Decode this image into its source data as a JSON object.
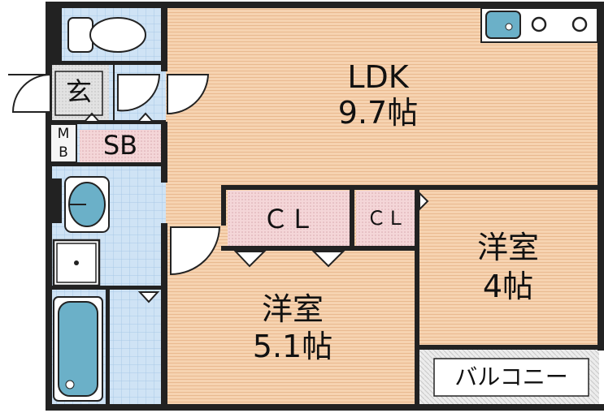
{
  "rooms": {
    "ldk": {
      "name": "LDK",
      "size": "9.7帖"
    },
    "bedroom_left": {
      "name": "洋室",
      "size": "5.1帖"
    },
    "bedroom_right": {
      "name": "洋室",
      "size": "4帖"
    },
    "closet_large": {
      "name": "ＣＬ"
    },
    "closet_small": {
      "name": "ＣＬ"
    },
    "shoe_box": {
      "name": "SB"
    },
    "entrance": {
      "name": "玄"
    },
    "meter_box": {
      "line1": "M",
      "line2": "B"
    },
    "balcony": {
      "name": "バルコニー"
    }
  },
  "colors": {
    "floor_wood": "#f6d3b1",
    "wet_area": "#cfe3f5",
    "closet": "#f4d6d8",
    "entrance_floor": "#dcdcdc",
    "fixture_blue": "#6bb0c8",
    "wall": "#222222"
  }
}
